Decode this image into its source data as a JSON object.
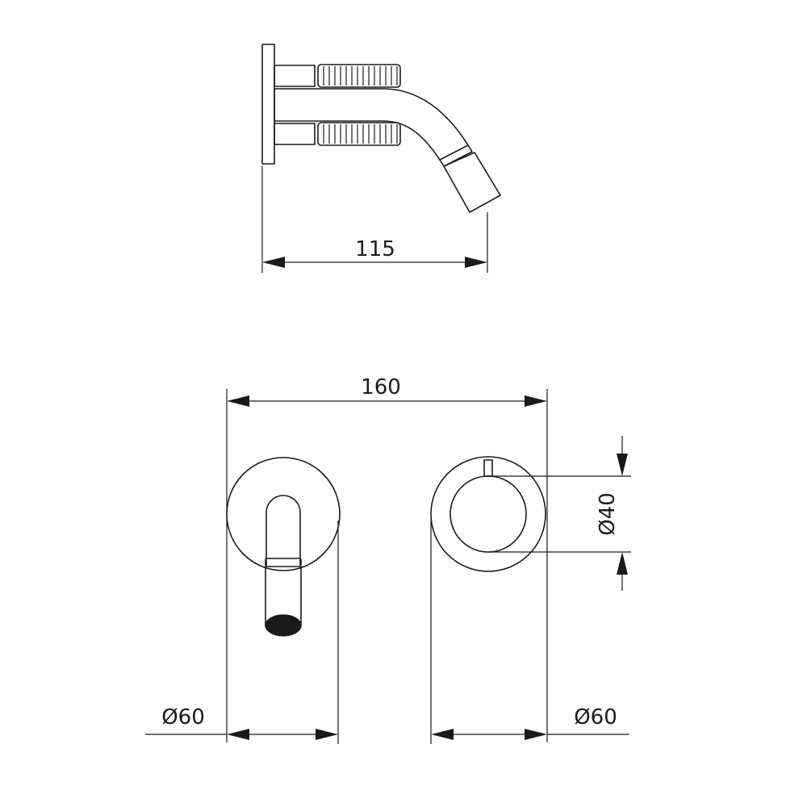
{
  "dimensions": {
    "side_depth": "115",
    "total_width": "160",
    "handle_diameter": "Ø40",
    "spout_plate_diameter": "Ø60",
    "mixer_plate_diameter": "Ø60"
  },
  "colors": {
    "line": "#1a1a1a",
    "background": "#ffffff"
  }
}
